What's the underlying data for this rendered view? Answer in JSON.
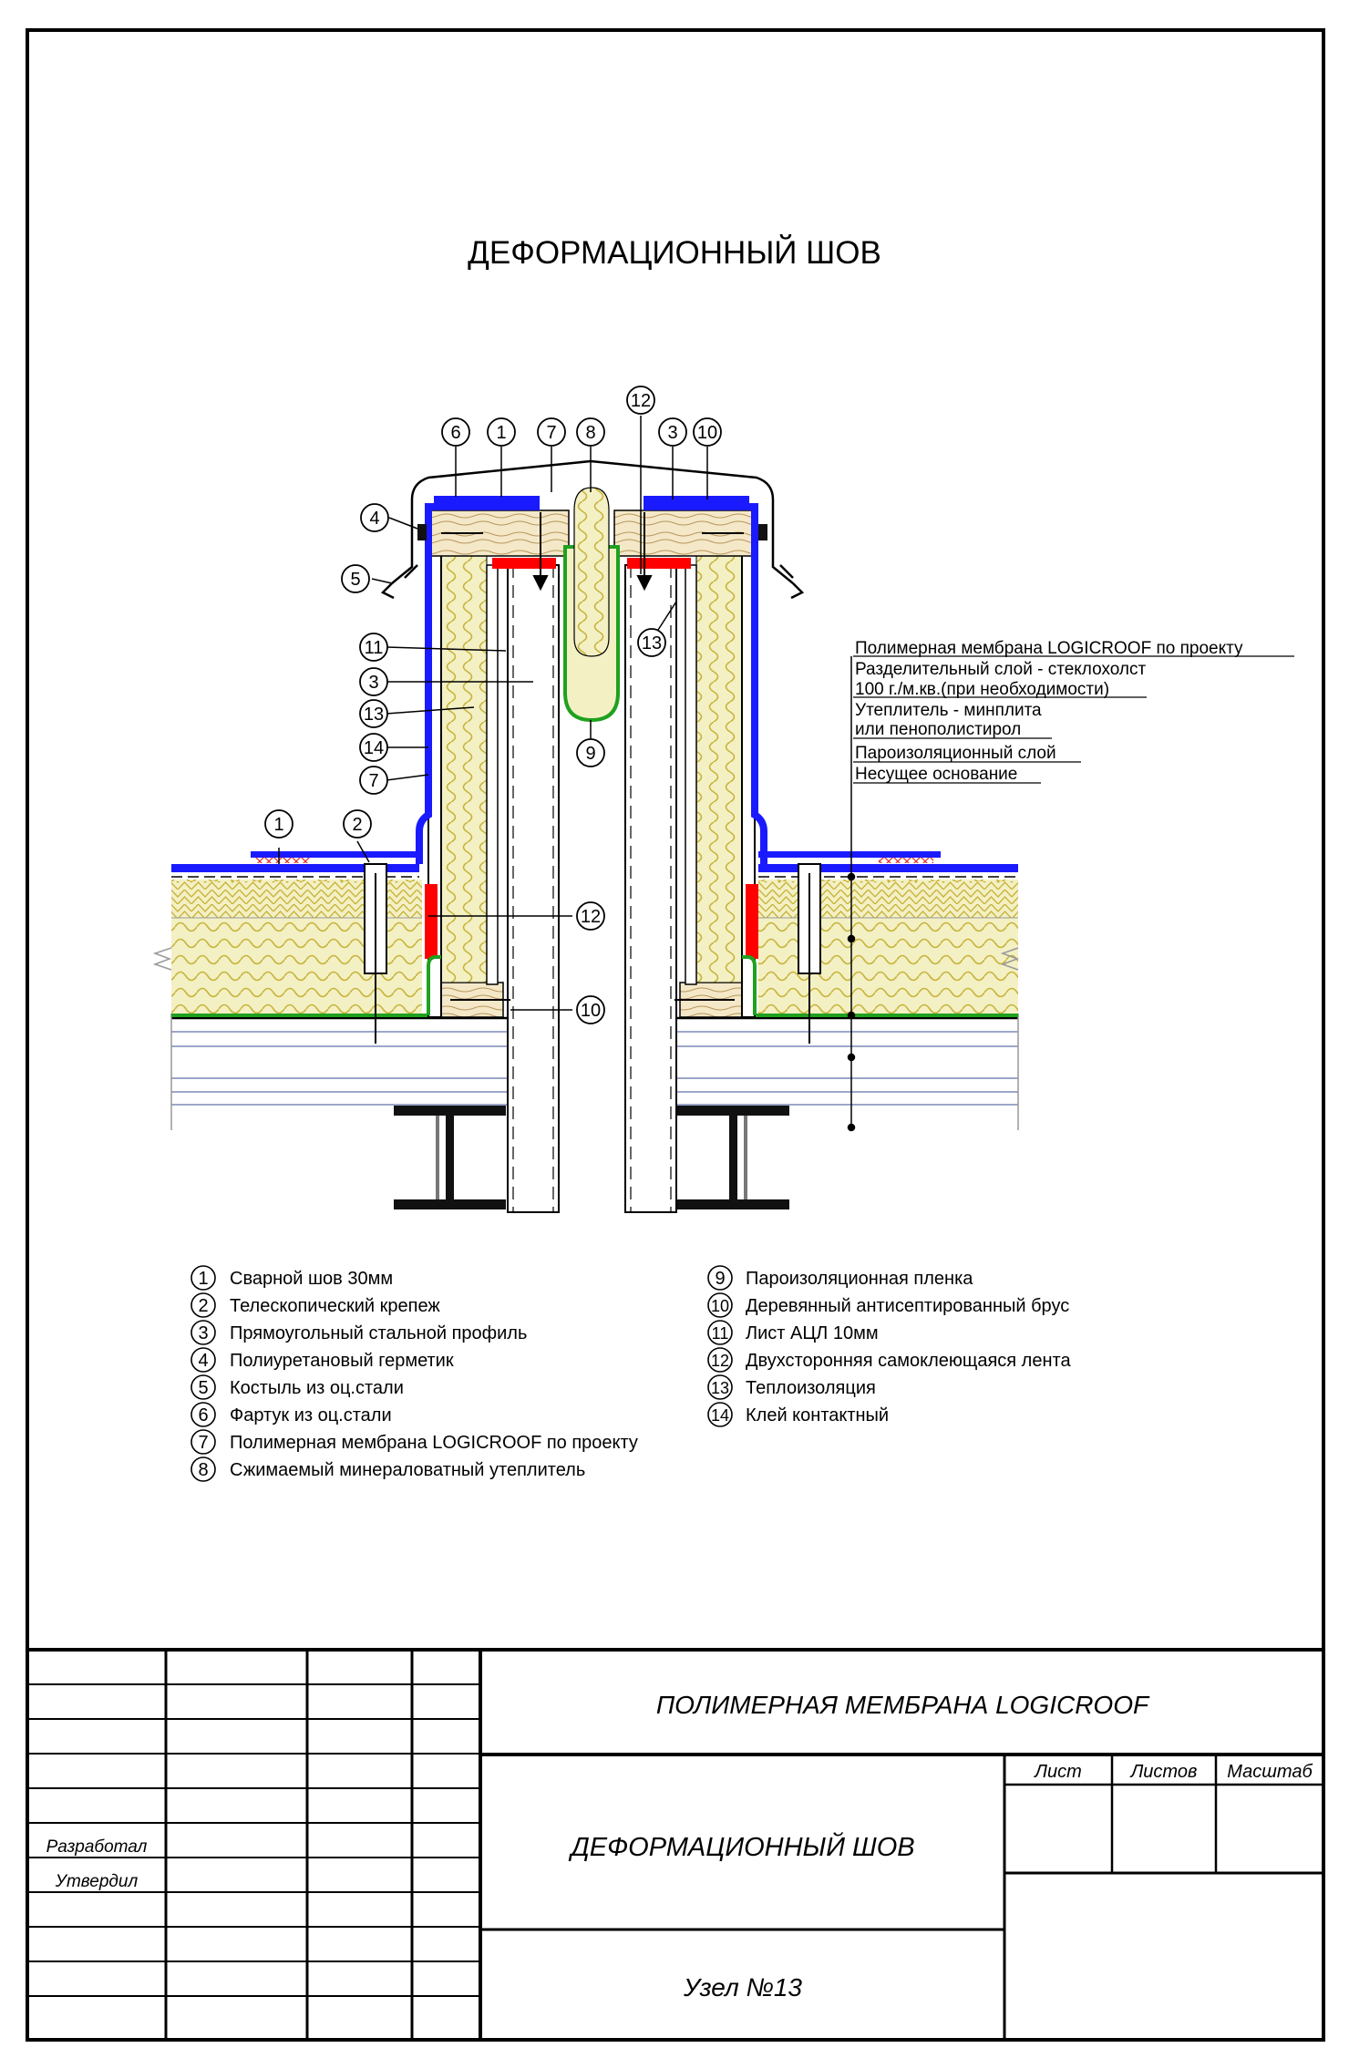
{
  "title": "ДЕФОРМАЦИОННЫЙ ШОВ",
  "callouts": {
    "top": [
      "6",
      "1",
      "7",
      "8",
      "12",
      "3",
      "10"
    ],
    "left_top": [
      "4",
      "5"
    ],
    "left_mid": [
      "11",
      "3",
      "13",
      "14",
      "7"
    ],
    "right_mid": [
      "13",
      "9"
    ],
    "bottom": [
      "1",
      "2",
      "12",
      "10"
    ]
  },
  "layer_notes": [
    "Полимерная мембрана LOGICROOF по проекту",
    "Разделительный слой - стеклохолст",
    "100 г./м.кв.(при необходимости)",
    "Утеплитель - минплита",
    "или пенополистирол",
    "Пароизоляционный слой",
    "Несущее основание"
  ],
  "legend": {
    "left": [
      {
        "num": "1",
        "text": "Сварной шов 30мм"
      },
      {
        "num": "2",
        "text": "Телескопический крепеж"
      },
      {
        "num": "3",
        "text": "Прямоугольный стальной профиль"
      },
      {
        "num": "4",
        "text": "Полиуретановый герметик"
      },
      {
        "num": "5",
        "text": "Костыль из оц.стали"
      },
      {
        "num": "6",
        "text": "Фартук из оц.стали"
      },
      {
        "num": "7",
        "text": "Полимерная мембрана LOGICROOF по проекту"
      },
      {
        "num": "8",
        "text": "Сжимаемый минераловатный утеплитель"
      }
    ],
    "right": [
      {
        "num": "9",
        "text": "Пароизоляционная пленка"
      },
      {
        "num": "10",
        "text": "Деревянный антисептированный брус"
      },
      {
        "num": "11",
        "text": "Лист АЦЛ 10мм"
      },
      {
        "num": "12",
        "text": "Двухсторонняя самоклеющаяся лента"
      },
      {
        "num": "13",
        "text": "Теплоизоляция"
      },
      {
        "num": "14",
        "text": "Клей контактный"
      }
    ]
  },
  "stamp": {
    "product": "ПОЛИМЕРНАЯ МЕМБРАНА LOGICROOF",
    "sheet_title": "ДЕФОРМАЦИОННЫЙ ШОВ",
    "node": "Узел №13",
    "col_sheet": "Лист",
    "col_sheets": "Листов",
    "col_scale": "Масштаб",
    "developed": "Разработал",
    "approved": "Утвердил"
  },
  "colors": {
    "membrane": "#1a1aff",
    "insulation": "#f3f0c4",
    "insulation_hatch": "#c8b33a",
    "wood": "#f4e8c8",
    "tape": "#ff0000",
    "vapor": "#1fa11f",
    "weld": "#e0342a"
  }
}
